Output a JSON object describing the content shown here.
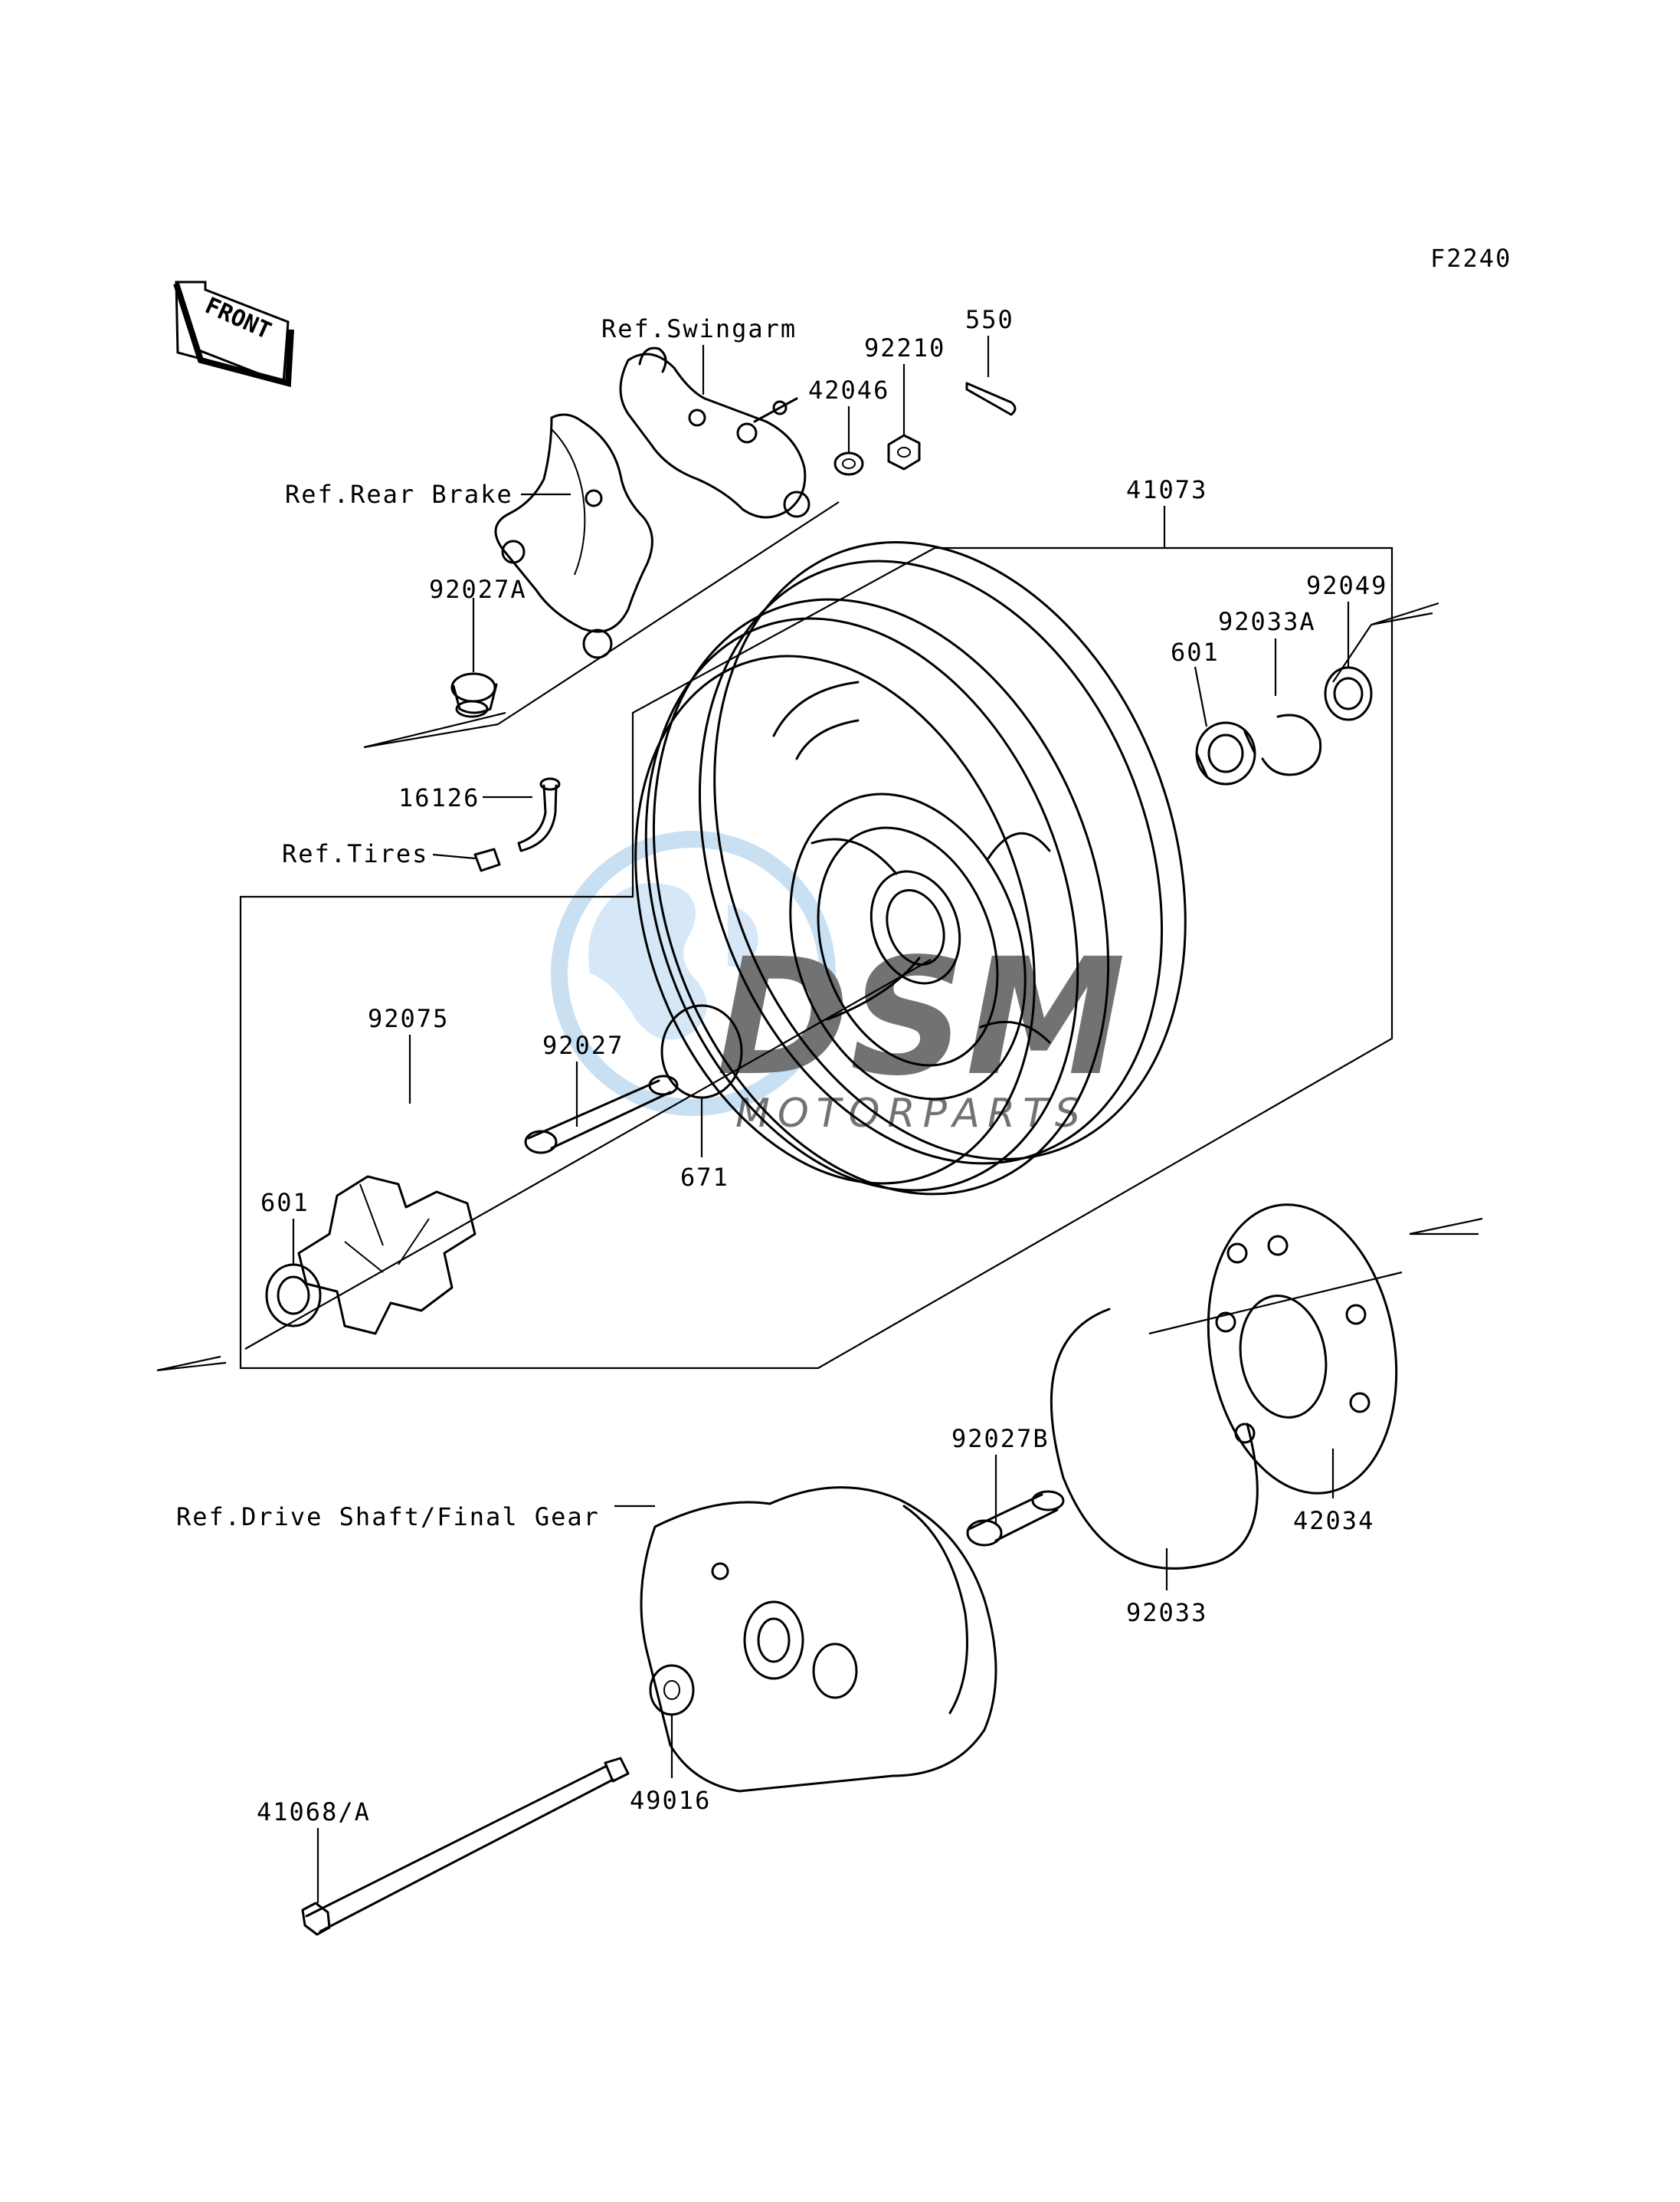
{
  "diagram_code": "F2240",
  "front_marker": "FRONT",
  "watermark": {
    "brand": "DSM",
    "tagline": "MOTORPARTS",
    "color": "#6aa8dc"
  },
  "callouts": [
    {
      "id": "ref-swingarm",
      "text": "Ref.Swingarm"
    },
    {
      "id": "p550",
      "text": "550"
    },
    {
      "id": "p92210",
      "text": "92210"
    },
    {
      "id": "p42046",
      "text": "42046"
    },
    {
      "id": "ref-rear-brake",
      "text": "Ref.Rear Brake"
    },
    {
      "id": "p41073",
      "text": "41073"
    },
    {
      "id": "p92027a",
      "text": "92027A"
    },
    {
      "id": "p92049",
      "text": "92049"
    },
    {
      "id": "p92033a",
      "text": "92033A"
    },
    {
      "id": "p601-top",
      "text": "601"
    },
    {
      "id": "p16126",
      "text": "16126"
    },
    {
      "id": "ref-tires",
      "text": "Ref.Tires"
    },
    {
      "id": "p92075",
      "text": "92075"
    },
    {
      "id": "p92027",
      "text": "92027"
    },
    {
      "id": "p671",
      "text": "671"
    },
    {
      "id": "p601-left",
      "text": "601"
    },
    {
      "id": "p92027b",
      "text": "92027B"
    },
    {
      "id": "ref-drive-shaft",
      "text": "Ref.Drive Shaft/Final Gear"
    },
    {
      "id": "p42034",
      "text": "42034"
    },
    {
      "id": "p92033",
      "text": "92033"
    },
    {
      "id": "p49016",
      "text": "49016"
    },
    {
      "id": "p41068a",
      "text": "41068/A"
    }
  ]
}
